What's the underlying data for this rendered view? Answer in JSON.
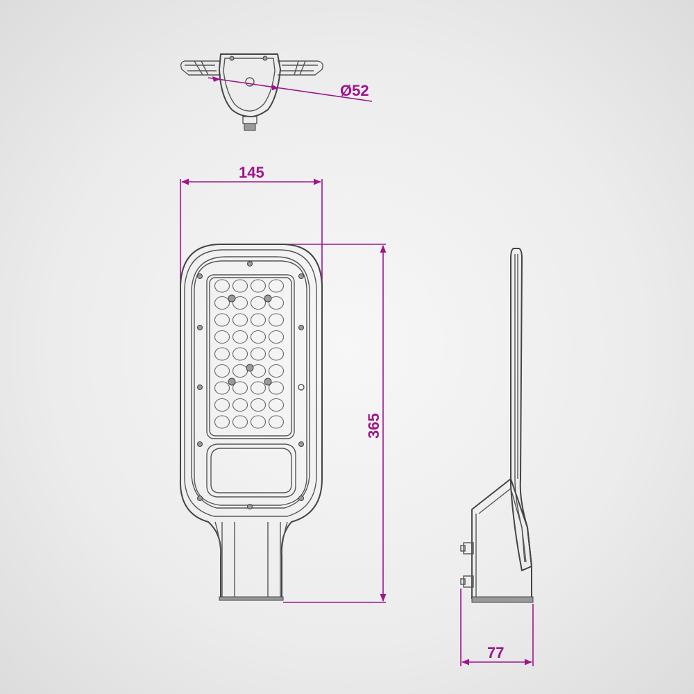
{
  "dimensions": {
    "top_diameter": "Ø52",
    "width": "145",
    "height": "365",
    "depth": "77"
  },
  "colors": {
    "dimension_lines": "#a0148c",
    "outline": "#555555"
  },
  "led_grid": {
    "columns": 4,
    "rows": 9
  }
}
